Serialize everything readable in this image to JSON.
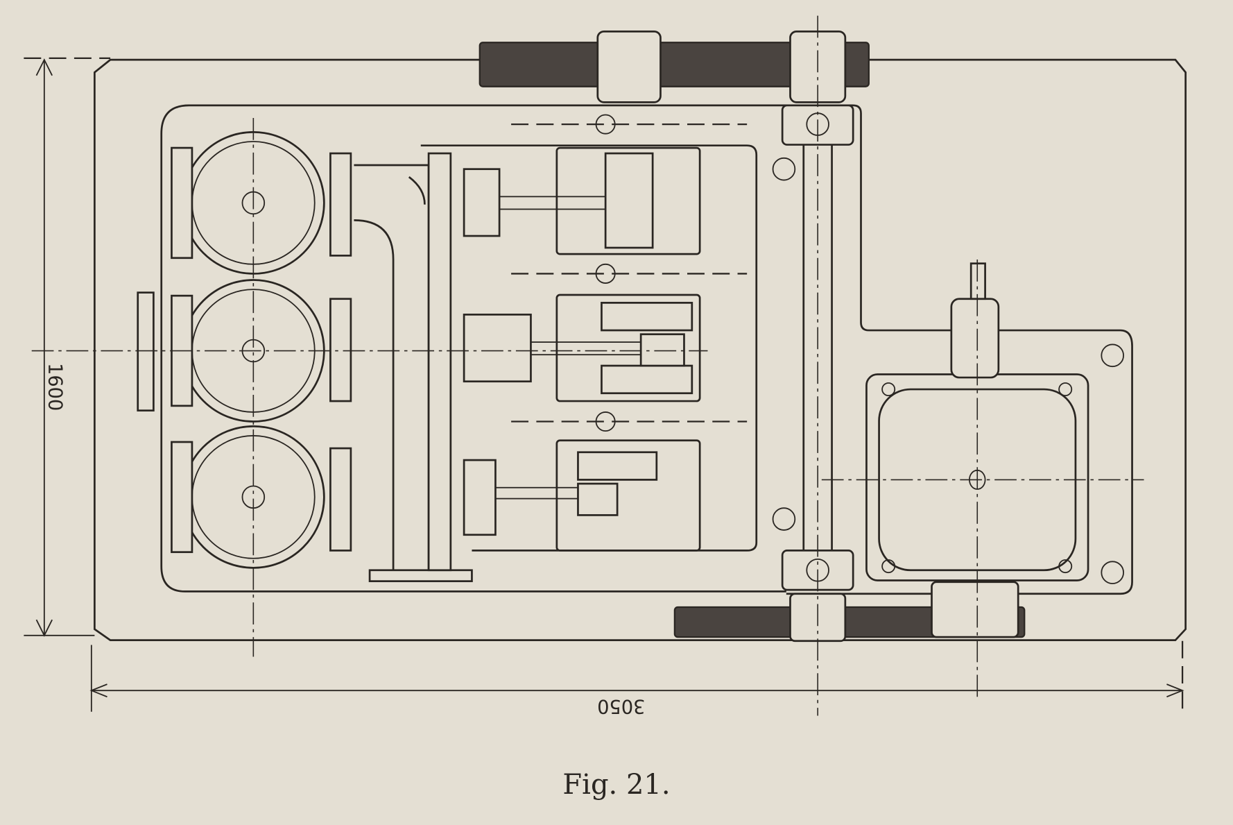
{
  "figure": {
    "caption": "Fig. 21.",
    "dimension_width": "3050",
    "dimension_height": "1600"
  }
}
